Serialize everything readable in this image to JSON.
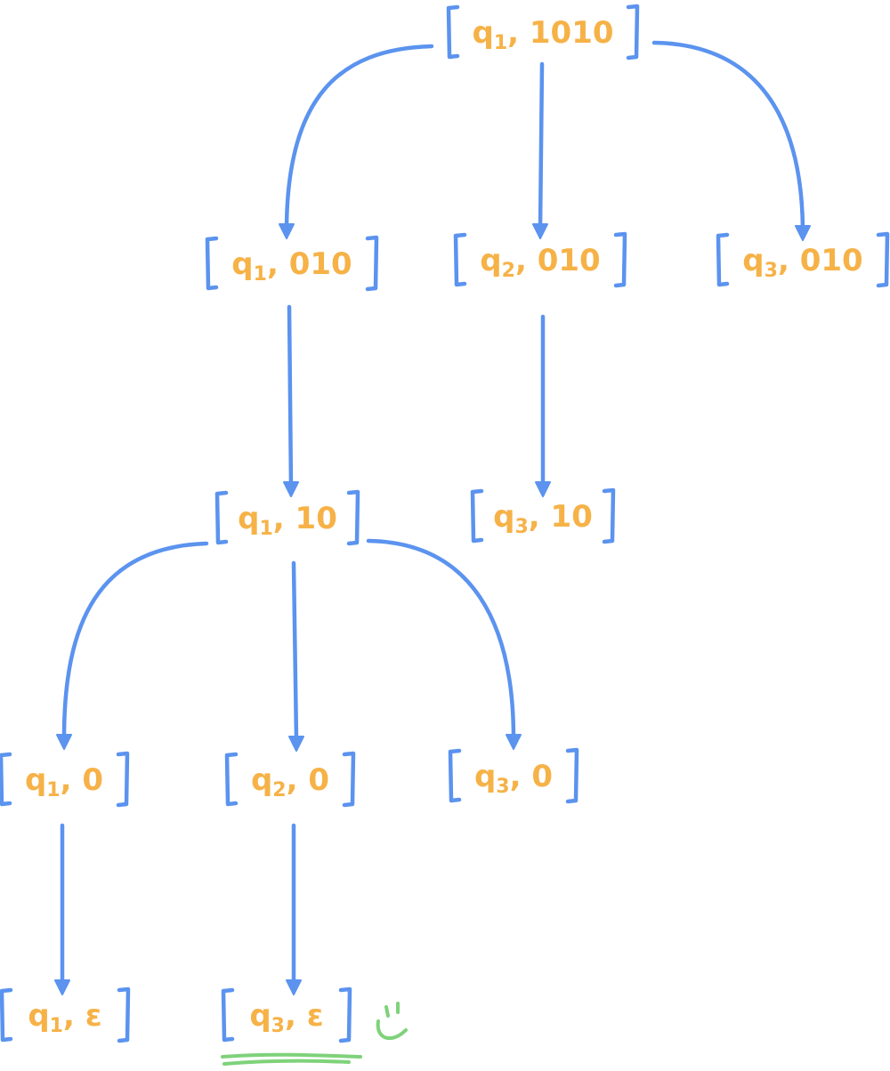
{
  "colors": {
    "edge": "#5b93ef",
    "label": "#f6b247",
    "accept_mark": "#7ed27a"
  },
  "nodes": [
    {
      "id": "n0",
      "state": "q",
      "sub": "1",
      "input": "1010"
    },
    {
      "id": "n1",
      "state": "q",
      "sub": "1",
      "input": "010"
    },
    {
      "id": "n2",
      "state": "q",
      "sub": "2",
      "input": "010"
    },
    {
      "id": "n3",
      "state": "q",
      "sub": "3",
      "input": "010"
    },
    {
      "id": "n4",
      "state": "q",
      "sub": "1",
      "input": "10"
    },
    {
      "id": "n5",
      "state": "q",
      "sub": "3",
      "input": "10"
    },
    {
      "id": "n6",
      "state": "q",
      "sub": "1",
      "input": "0"
    },
    {
      "id": "n7",
      "state": "q",
      "sub": "2",
      "input": "0"
    },
    {
      "id": "n8",
      "state": "q",
      "sub": "3",
      "input": "0"
    },
    {
      "id": "n9",
      "state": "q",
      "sub": "1",
      "input": "ε"
    },
    {
      "id": "n10",
      "state": "q",
      "sub": "3",
      "input": "ε",
      "accepted": true
    }
  ],
  "edges": [
    {
      "from": "n0",
      "to": "n1"
    },
    {
      "from": "n0",
      "to": "n2"
    },
    {
      "from": "n0",
      "to": "n3"
    },
    {
      "from": "n1",
      "to": "n4"
    },
    {
      "from": "n2",
      "to": "n5"
    },
    {
      "from": "n4",
      "to": "n6"
    },
    {
      "from": "n4",
      "to": "n7"
    },
    {
      "from": "n4",
      "to": "n8"
    },
    {
      "from": "n6",
      "to": "n9"
    },
    {
      "from": "n7",
      "to": "n10"
    }
  ]
}
